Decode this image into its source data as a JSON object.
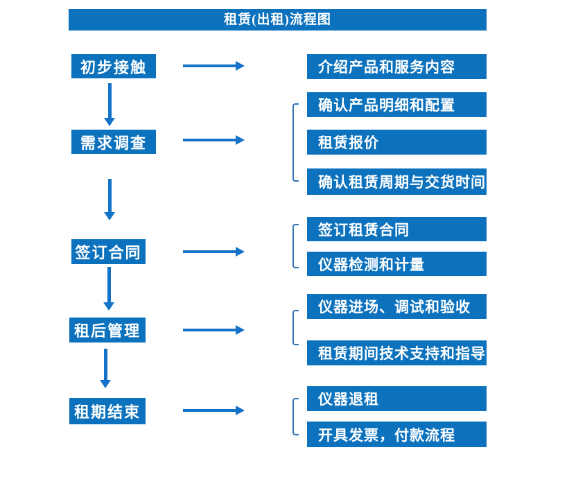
{
  "title": "租赁(出租)流程图",
  "colors": {
    "box_fill": "#0d72bd",
    "arrow": "#1473c8",
    "bracket": "#3274b8",
    "box_text": "#ffffff",
    "background": "#ffffff"
  },
  "stages": [
    {
      "label": "初步接触",
      "details": [
        "介绍产品和服务内容"
      ]
    },
    {
      "label": "需求调查",
      "details": [
        "确认产品明细和配置",
        "租赁报价",
        "确认租赁周期与交货时间"
      ]
    },
    {
      "label": "签订合同",
      "details": [
        "签订租赁合同",
        "仪器检测和计量"
      ]
    },
    {
      "label": "租后管理",
      "details": [
        "仪器进场、调试和验收",
        "租赁期间技术支持和指导"
      ]
    },
    {
      "label": "租期结束",
      "details": [
        "仪器退租",
        "开具发票，付款流程"
      ]
    }
  ]
}
